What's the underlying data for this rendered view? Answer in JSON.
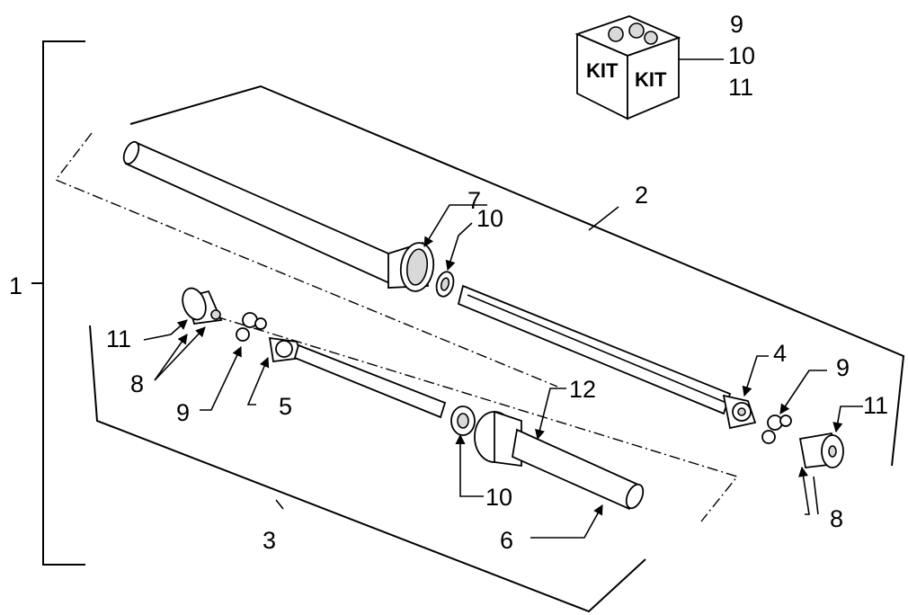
{
  "kit": {
    "face_left": "KIT",
    "face_right": "KIT"
  },
  "callouts": [
    {
      "id": "label-1",
      "text": "1"
    },
    {
      "id": "label-2",
      "text": "2"
    },
    {
      "id": "label-3",
      "text": "3"
    },
    {
      "id": "label-4",
      "text": "4"
    },
    {
      "id": "label-5",
      "text": "5"
    },
    {
      "id": "label-6",
      "text": "6"
    },
    {
      "id": "label-7",
      "text": "7"
    },
    {
      "id": "label-8-left",
      "text": "8"
    },
    {
      "id": "label-8-right",
      "text": "8"
    },
    {
      "id": "label-9-kit",
      "text": "9"
    },
    {
      "id": "label-9-left",
      "text": "9"
    },
    {
      "id": "label-9-right",
      "text": "9"
    },
    {
      "id": "label-10-kit",
      "text": "10"
    },
    {
      "id": "label-10-upper",
      "text": "10"
    },
    {
      "id": "label-10-lower",
      "text": "10"
    },
    {
      "id": "label-11-kit",
      "text": "11"
    },
    {
      "id": "label-11-left",
      "text": "11"
    },
    {
      "id": "label-11-right",
      "text": "11"
    },
    {
      "id": "label-12",
      "text": "12"
    }
  ]
}
